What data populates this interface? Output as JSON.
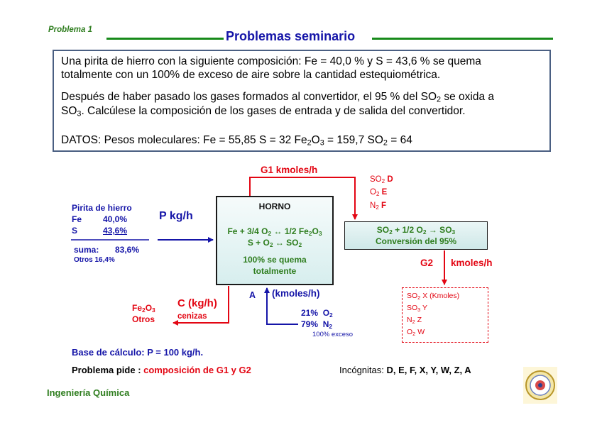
{
  "header": {
    "problem_label": "Problema 1",
    "title": "Problemas seminario"
  },
  "statement": {
    "line1": "Una pirita de hierro con la siguiente composición: Fe = 40,0 % y S = 43,6 % se quema",
    "line2": "totalmente con un 100% de exceso de aire sobre la cantidad estequiométrica.",
    "line3_a": "Después de haber pasado los gases formados al convertidor, el 95 % del SO",
    "line3_b": "2",
    "line3_c": " se oxida a",
    "line4_a": "SO",
    "line4_b": "3",
    "line4_c": ". Calcúlese la composición de los gases de entrada y de salida del convertidor.",
    "datos_a": "DATOS: Pesos moleculares:  Fe = 55,85    S = 32    Fe",
    "datos_b": "2",
    "datos_c": "O",
    "datos_d": "3",
    "datos_e": " = 159,7   SO",
    "datos_f": "2",
    "datos_g": " = 64"
  },
  "feed": {
    "title": "Pirita de hierro",
    "fe_label": "Fe",
    "fe_value": "40,0%",
    "s_label": "S",
    "s_value": "43,6%",
    "suma_label": "suma:",
    "suma_value": "83,6%",
    "otros": "Otros 16,4%",
    "stream_label": "P kg/h"
  },
  "horno": {
    "title": "HORNO",
    "r1_a": "Fe + 3/4 O",
    "r1_b": "2",
    "r1_c": " ↔ 1/2 Fe",
    "r1_d": "2",
    "r1_e": "O",
    "r1_f": "3",
    "r2_a": "S + O",
    "r2_b": "2",
    "r2_c": " ↔ SO",
    "r2_d": "2",
    "note1": "100% se quema",
    "note2": "totalmente"
  },
  "convertidor": {
    "r_a": "SO",
    "r_b": "2",
    "r_c": " + 1/2 O",
    "r_d": "2",
    "r_e": " → SO",
    "r_f": "3",
    "note": "Conversión del 95%"
  },
  "g1": {
    "label": "G1  kmoles/h",
    "so2": "SO",
    "so2_sub": "2",
    "so2_var": "D",
    "o2": "O",
    "o2_sub": "2",
    "o2_var": "E",
    "n2": "N",
    "n2_sub": "2",
    "n2_var": "F"
  },
  "g2": {
    "label": "G2",
    "unit": "kmoles/h",
    "so2": "SO",
    "so2_sub": "2",
    "so2_var": "X (Kmoles)",
    "so3": "SO",
    "so3_sub": "3",
    "so3_var": "Y",
    "n2": "N",
    "n2_sub": "2",
    "n2_var": "Z",
    "o2": "O",
    "o2_sub": "2",
    "o2_var": "W"
  },
  "ash": {
    "label": "C (kg/h)",
    "sub_label": "cenizas",
    "fe2o3_a": "Fe",
    "fe2o3_b": "2",
    "fe2o3_c": "O",
    "fe2o3_d": "3",
    "otros": "Otros"
  },
  "air": {
    "label": "A",
    "unit": "(kmoles/h)",
    "o2_pct": "21%",
    "o2_a": "O",
    "o2_b": "2",
    "n2_pct": "79%",
    "n2_a": "N",
    "n2_b": "2",
    "exceso": "100% exceso"
  },
  "footer": {
    "base": "Base de cálculo: P = 100 kg/h.",
    "pide_label": "Problema pide : ",
    "pide_value": "composición de G1 y G2",
    "incog_label": "Incógnitas: ",
    "incog_vars": "D, E, F, X, Y, W, Z, A",
    "course": "Ingeniería Química"
  },
  "colors": {
    "green": "#2e7d1e",
    "blue": "#1515a8",
    "red": "#e30613"
  }
}
